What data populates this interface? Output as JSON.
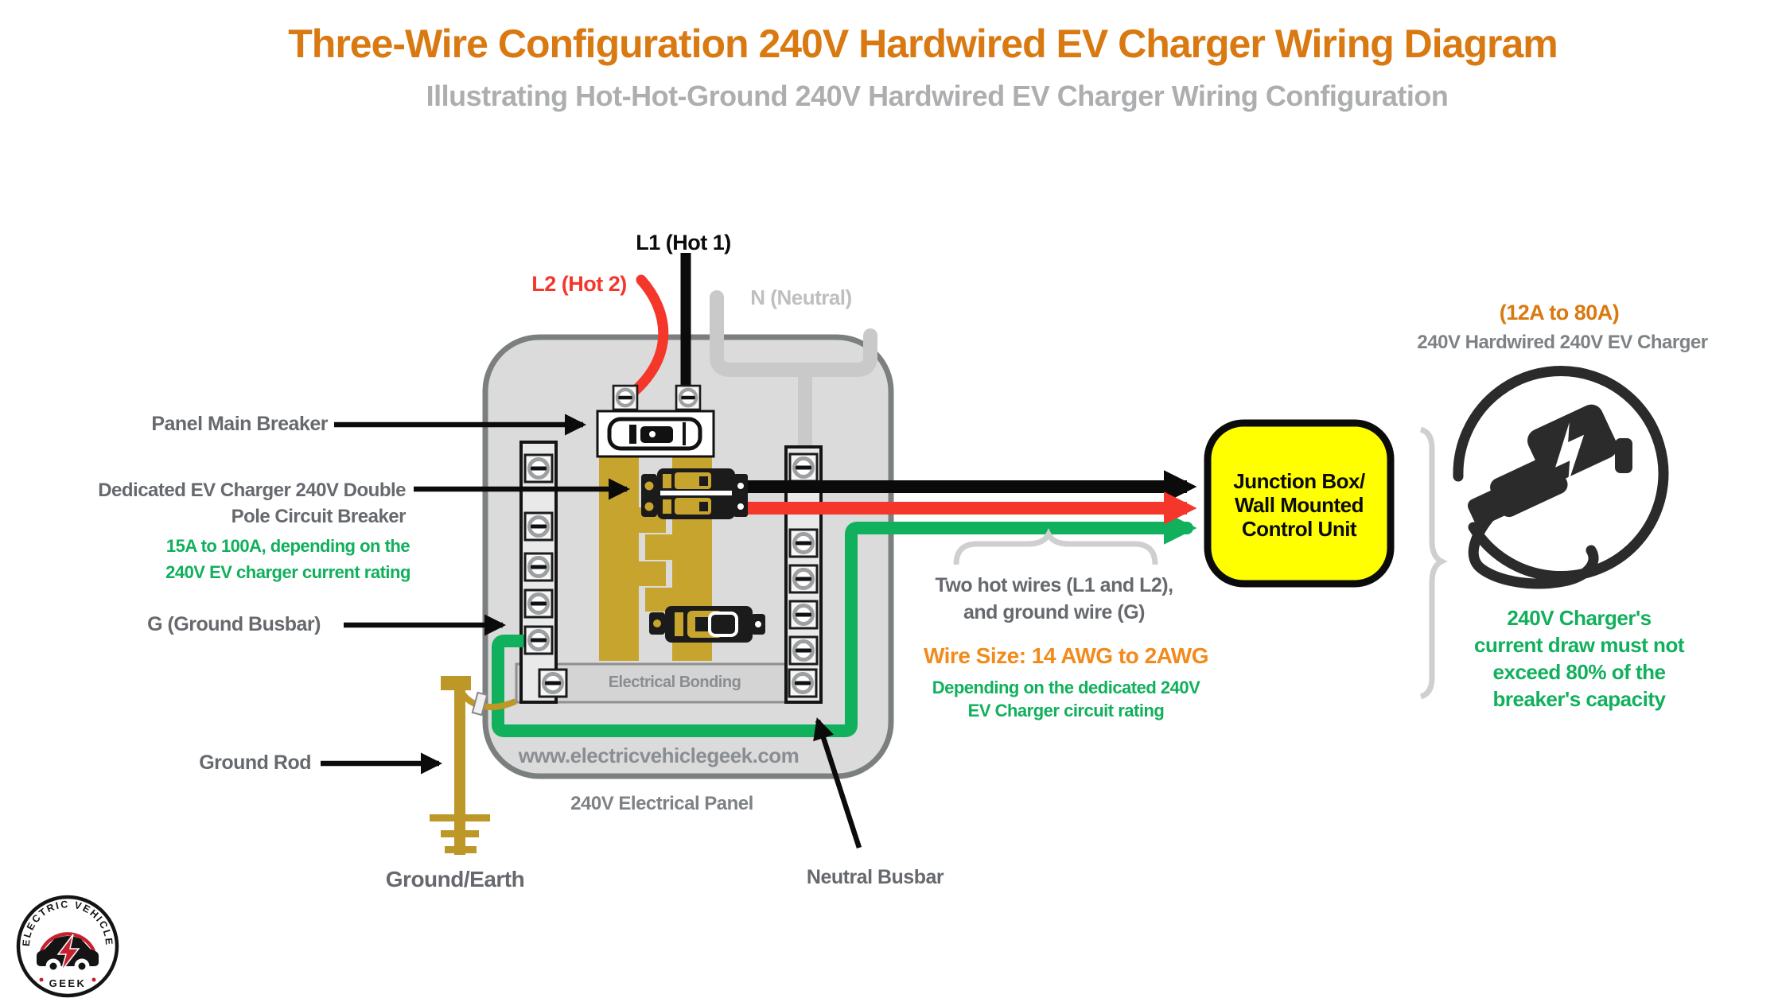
{
  "header": {
    "title": "Three-Wire Configuration 240V Hardwired EV Charger Wiring Diagram",
    "subtitle": "Illustrating Hot-Hot-Ground 240V Hardwired EV Charger Wiring Configuration"
  },
  "wire_labels": {
    "l1": "L1 (Hot 1)",
    "l2": "L2 (Hot 2)",
    "neutral": "N (Neutral)"
  },
  "panel": {
    "main_breaker": "Panel Main Breaker",
    "dedicated_breaker_lines": [
      "Dedicated EV Charger 240V Double",
      "Pole Circuit Breaker"
    ],
    "breaker_rating_lines": [
      "15A to 100A, depending on the",
      "240V EV charger current rating"
    ],
    "ground_busbar": "G (Ground Busbar)",
    "ground_rod": "Ground Rod",
    "ground_earth": "Ground/Earth",
    "electrical_bonding": "Electrical Bonding",
    "website": "www.electricvehiclegeek.com",
    "name": "240V Electrical Panel",
    "neutral_busbar": "Neutral Busbar"
  },
  "wire_run": {
    "bundle_lines": [
      "Two hot wires (L1 and L2),",
      "and ground wire (G)"
    ],
    "wire_size": "Wire Size: 14 AWG to 2AWG",
    "wire_size_note_lines": [
      "Depending on the dedicated 240V",
      "EV Charger circuit rating"
    ]
  },
  "junction_box_lines": [
    "Junction Box/",
    "Wall Mounted",
    "Control Unit"
  ],
  "charger": {
    "rating": "(12A to 80A)",
    "name": "240V Hardwired 240V EV Charger",
    "note_lines": [
      "240V Charger's",
      "current draw must not",
      "exceed 80% of the",
      "breaker's capacity"
    ]
  },
  "logo": {
    "arc_text": "ELECTRIC VEHICLE",
    "bottom_text": "GEEK"
  },
  "colors": {
    "title_orange": "#D97911",
    "accent_orange": "#F28A1C",
    "label_gray": "#66696D",
    "muted_gray": "#ACAEB0",
    "green": "#10B05C",
    "red": "#F4362B",
    "gold": "#C6A42E",
    "junction_yellow": "#FFFF00"
  }
}
